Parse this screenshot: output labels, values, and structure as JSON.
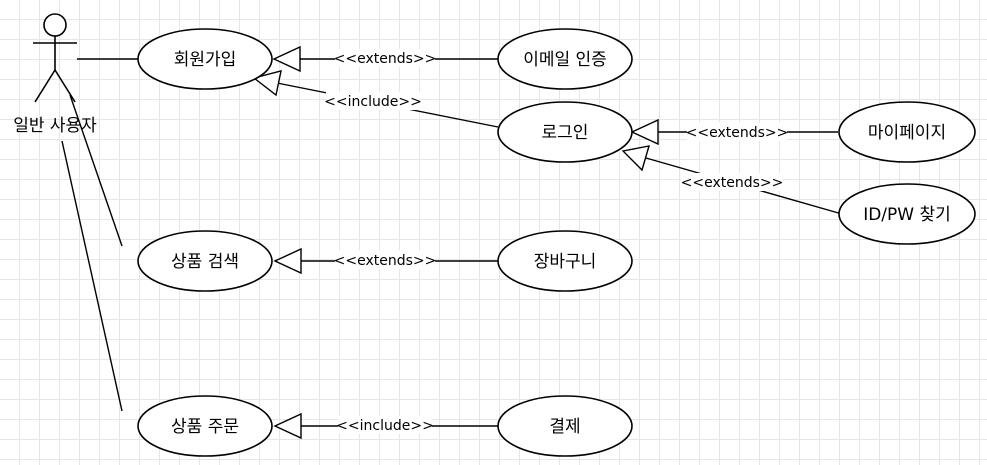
{
  "actor": {
    "label": "일반 사용자"
  },
  "usecases": {
    "signup": "회원가입",
    "email_verify": "이메일 인증",
    "login": "로그인",
    "mypage": "마이페이지",
    "find_idpw": "ID/PW 찾기",
    "product_search": "상품 검색",
    "cart": "장바구니",
    "product_order": "상품 주문",
    "payment": "결제"
  },
  "relations": {
    "email_extends_signup": "<<extends>>",
    "login_include_signup": "<<include>>",
    "mypage_extends_login": "<<extends>>",
    "idpw_extends_login": "<<extends>>",
    "cart_extends_search": "<<extends>>",
    "payment_include_order": "<<include>>"
  }
}
